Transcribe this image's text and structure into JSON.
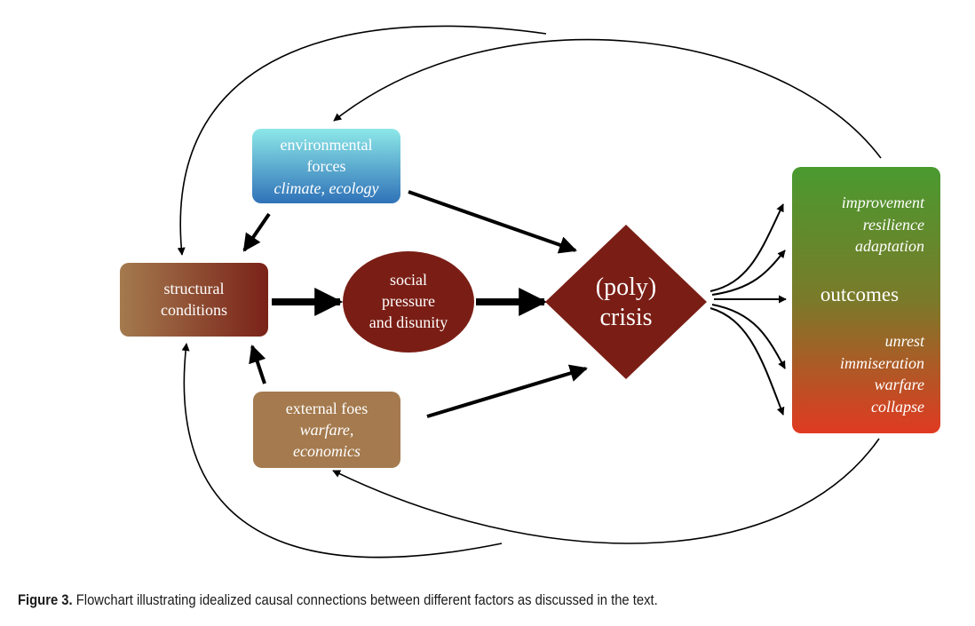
{
  "nodes": {
    "environmental": {
      "lines": [
        "environmental",
        "forces"
      ],
      "detail": "climate, ecology"
    },
    "structural": {
      "lines": [
        "structural",
        "conditions"
      ]
    },
    "social": {
      "lines": [
        "social",
        "pressure",
        "and disunity"
      ]
    },
    "crisis": {
      "lines": [
        "(poly)",
        "crisis"
      ]
    },
    "external": {
      "lines": [
        "external foes"
      ],
      "detail_lines": [
        "warfare,",
        "economics"
      ]
    },
    "outcomes": {
      "title": "outcomes",
      "positive": [
        "improvement",
        "resilience",
        "adaptation"
      ],
      "negative": [
        "unrest",
        "immiseration",
        "warfare",
        "collapse"
      ]
    }
  },
  "caption": {
    "label": "Figure 3.",
    "text": " Flowchart illustrating idealized causal connections between different factors as discussed in the text."
  },
  "colors": {
    "environmental_top": "#8de8e8",
    "environmental_bottom": "#2f72b8",
    "structural_left": "#a47a4e",
    "structural_right": "#7a2218",
    "social": "#7a1e15",
    "crisis": "#7a1e15",
    "external": "#a47a4e",
    "outcomes_top": "#4a9a30",
    "outcomes_mid": "#7a7a2a",
    "outcomes_bottom": "#e03a22",
    "arrow": "#000000"
  }
}
